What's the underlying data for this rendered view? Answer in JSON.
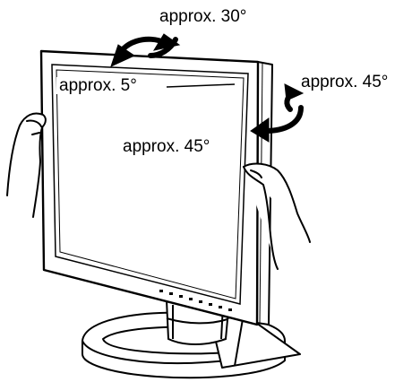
{
  "labels": {
    "rotation_top": "approx. 30°",
    "rotation_right": "approx. 45°",
    "tilt_back": "approx. 5°",
    "tilt_forward": "approx. 45°"
  }
}
